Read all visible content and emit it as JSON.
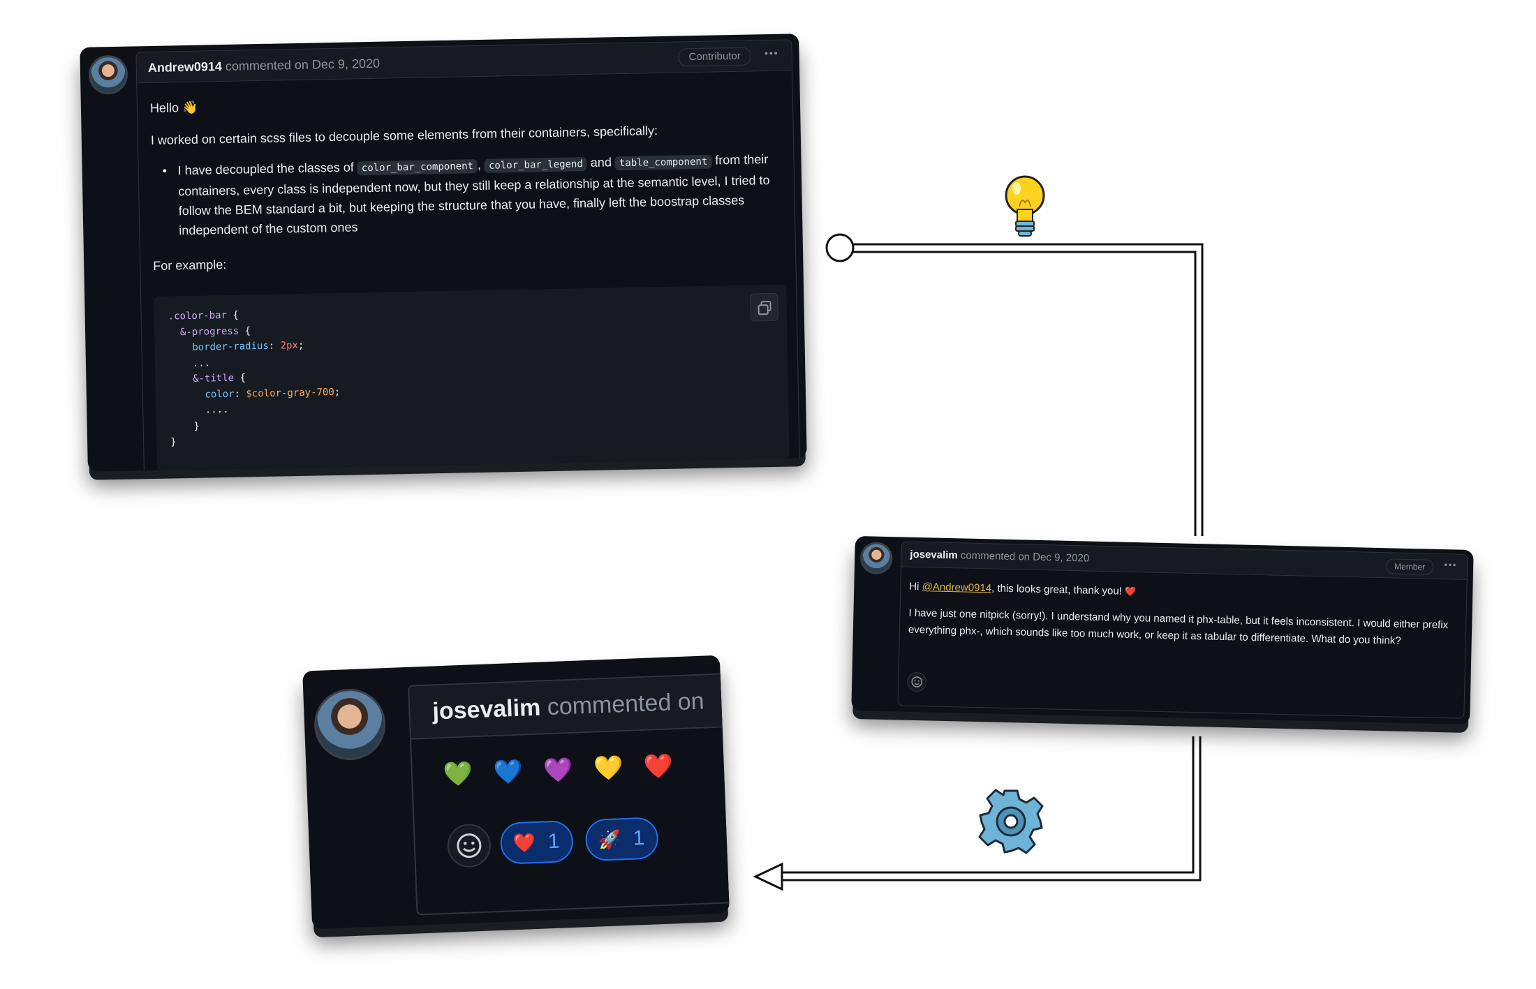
{
  "card1": {
    "author": "Andrew0914",
    "meta": "commented on Dec 9, 2020",
    "badge": "Contributor",
    "menu": "•••",
    "greeting": "Hello",
    "greeting_emoji": "👋",
    "intro": "I worked on certain scss files to decouple some elements from their containers, specifically:",
    "bullet_prefix": "I have decoupled the classes of",
    "code1": "color_bar_component",
    "comma": ",",
    "code2": "color_bar_legend",
    "and": "and",
    "code3": "table_component",
    "bullet_suffix": "from their containers, every class is independent now, but they still keep a relationship at the semantic level, I tried to follow the BEM standard a bit, but keeping the structure that you have, finally left the boostrap classes independent of the custom ones",
    "example_label": "For example:",
    "code_lines": {
      "l1_sel": ".color-bar",
      "l1_rest": " {",
      "l2_sel": "  &-progress",
      "l2_rest": " {",
      "l3_prop": "    border-radius",
      "l3_colon": ": ",
      "l3_num": "2px",
      "l3_end": ";",
      "l4": "    ...",
      "l5_sel": "    &-title",
      "l5_rest": " {",
      "l6_prop": "      color",
      "l6_colon": ": ",
      "l6_var": "$color-gray-700",
      "l6_end": ";",
      "l7": "      ....",
      "l8": "    }",
      "l9": "}"
    }
  },
  "card2": {
    "author": "josevalim",
    "meta": "commented on Dec 9, 2020",
    "badge": "Member",
    "menu": "•••",
    "hi": "Hi",
    "mention": "@Andrew0914",
    "thanks": ", this looks great, thank you!",
    "thanks_emoji": "❤️",
    "body": "I have just one nitpick (sorry!). I understand why you named it phx-table, but it feels inconsistent. I would either prefix everything phx-, which sounds like too much work, or keep it as tabular to differentiate. What do you think?"
  },
  "card3": {
    "author": "josevalim",
    "meta": "commented on",
    "hearts": [
      "💚",
      "💙",
      "💜",
      "💛",
      "❤️"
    ],
    "reaction_heart_emoji": "❤️",
    "reaction_heart_count": "1",
    "reaction_rocket_emoji": "🚀",
    "reaction_rocket_count": "1"
  },
  "decor": {
    "bulb_icon": "lightbulb-icon",
    "gear_icon": "gear-icon"
  },
  "colors": {
    "card_bg": "#0d1117",
    "border": "#30363d",
    "accent_blue": "#1f6feb",
    "mention": "#e3b341"
  }
}
